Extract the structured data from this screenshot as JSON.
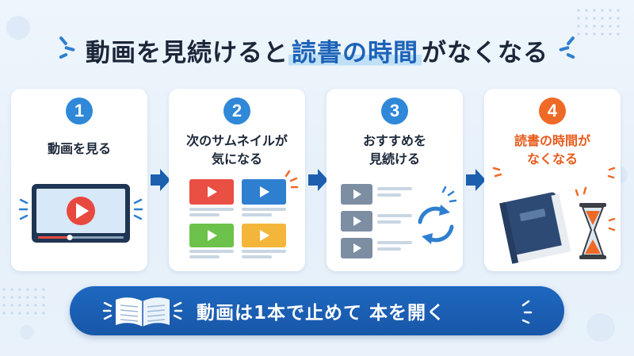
{
  "title": {
    "part1": "動画を見続けると",
    "part2": "読書の時間",
    "part3": "がなくなる"
  },
  "steps": [
    {
      "number": "1",
      "label": "動画を見る",
      "icon": "video-player-icon"
    },
    {
      "number": "2",
      "label": "次のサムネイルが\n気になる",
      "icon": "thumbnails-grid-icon"
    },
    {
      "number": "3",
      "label": "おすすめを\n見続ける",
      "icon": "recommended-list-refresh-icon"
    },
    {
      "number": "4",
      "label": "読書の時間が\nなくなる",
      "icon": "book-hourglass-icon"
    }
  ],
  "banner": {
    "text": "動画は1本で止めて 本を開く",
    "icon": "open-book-icon"
  },
  "colors": {
    "accent_blue": "#2f88d8",
    "title_blue": "#1d63b8",
    "banner_blue": "#1e67c0",
    "accent_orange": "#ef6a27",
    "play_red": "#e8493e"
  }
}
